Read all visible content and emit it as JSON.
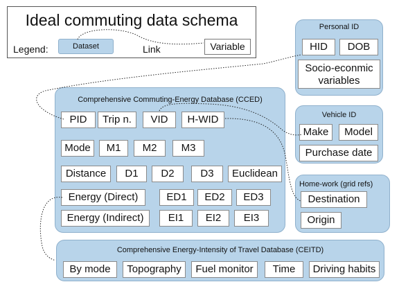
{
  "title": "Ideal commuting data schema",
  "legend": {
    "label": "Legend:",
    "dataset": "Dataset",
    "link": "Link",
    "variable": "Variable"
  },
  "personal_id": {
    "title": "Personal ID",
    "hid": "HID",
    "dob": "DOB",
    "socio": "Socio-econmic variables"
  },
  "cced": {
    "title": "Comprehensive Commuting-Energy Database (CCED)",
    "pid": "PID",
    "trip": "Trip n.",
    "vid": "VID",
    "hwid": "H-WID",
    "mode": "Mode",
    "m1": "M1",
    "m2": "M2",
    "m3": "M3",
    "distance": "Distance",
    "d1": "D1",
    "d2": "D2",
    "d3": "D3",
    "euclidean": "Euclidean",
    "energy_direct": "Energy (Direct)",
    "ed1": "ED1",
    "ed2": "ED2",
    "ed3": "ED3",
    "energy_indirect": "Energy (Indirect)",
    "ei1": "EI1",
    "ei2": "EI2",
    "ei3": "EI3"
  },
  "vehicle_id": {
    "title": "Vehicle ID",
    "make": "Make",
    "model": "Model",
    "purchase_date": "Purchase date"
  },
  "home_work": {
    "title": "Home-work (grid refs)",
    "destination": "Destination",
    "origin": "Origin"
  },
  "ceitd": {
    "title": "Comprehensive Energy-Intensity of Travel Database (CEITD)",
    "by_mode": "By mode",
    "topography": "Topography",
    "fuel_monitor": "Fuel monitor",
    "time": "Time",
    "driving_habits": "Driving habits"
  }
}
